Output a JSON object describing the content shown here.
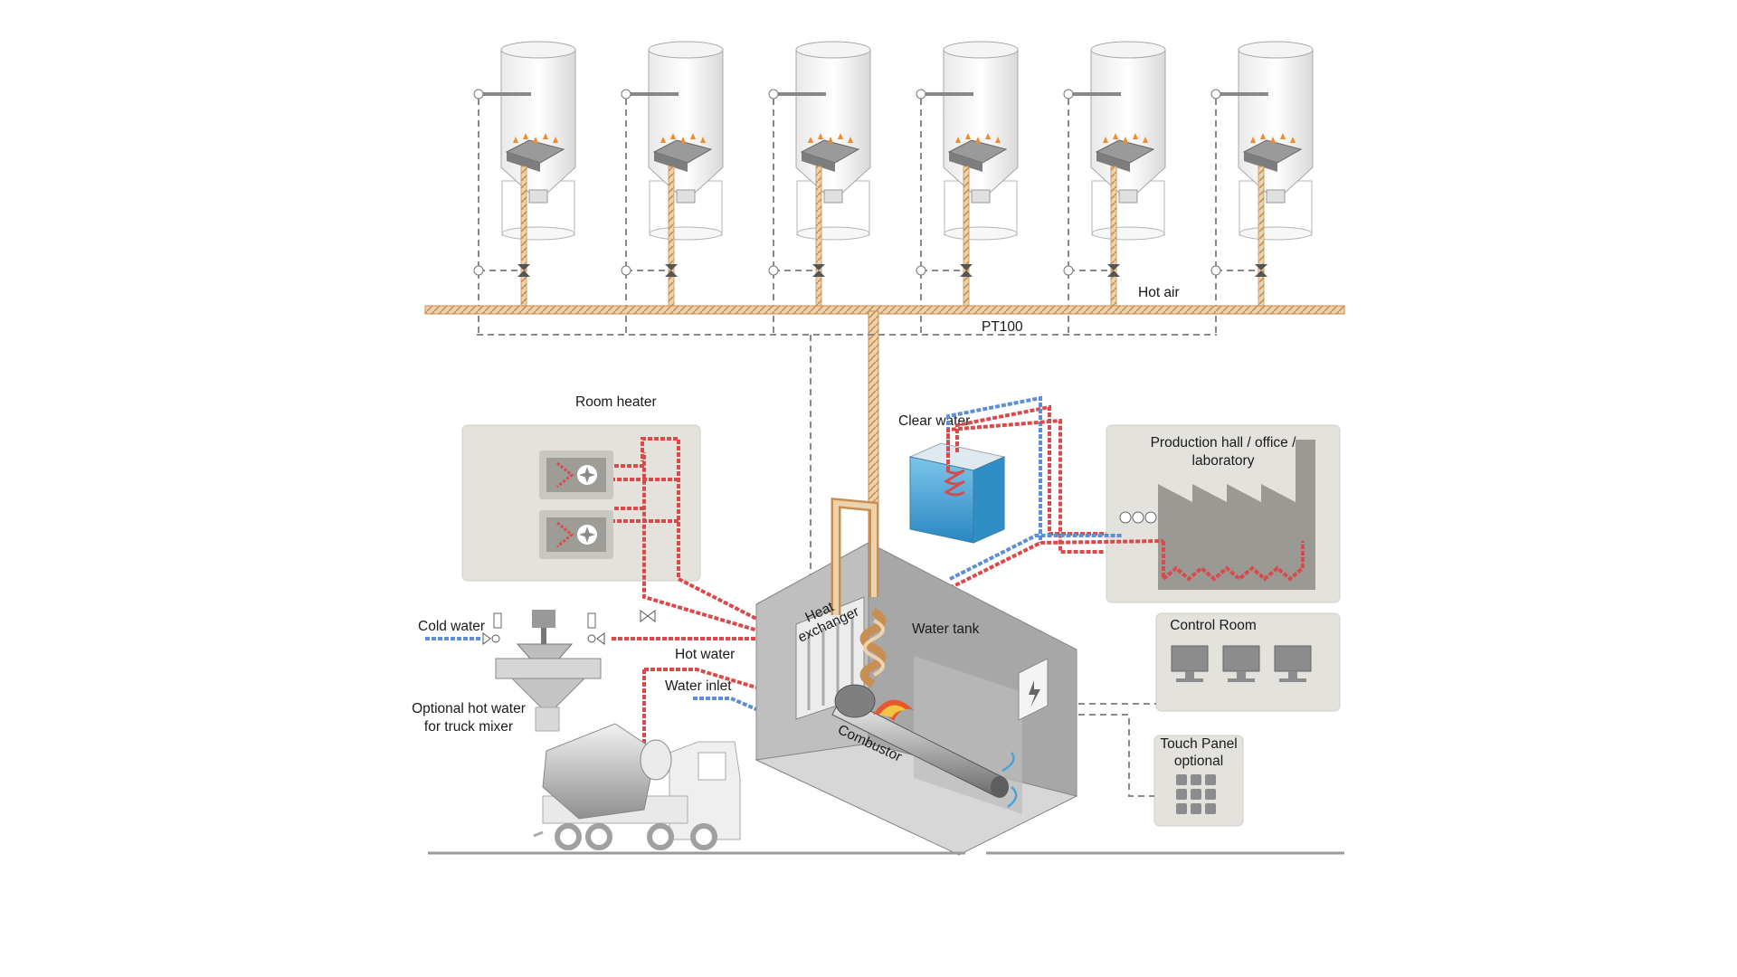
{
  "labels": {
    "hot_air": "Hot air",
    "pt100": "PT100",
    "room_heater": "Room heater",
    "clear_water": "Clear water",
    "production_hall_line1": "Production hall / office /",
    "production_hall_line2": "laboratory",
    "control_room": "Control Room",
    "touch_panel_line1": "Touch Panel",
    "touch_panel_line2": "optional",
    "cold_water": "Cold water",
    "hot_water": "Hot water",
    "water_inlet": "Water inlet",
    "optional_hot_water_line1": "Optional hot water",
    "optional_hot_water_line2": "for truck mixer",
    "heat_exchanger_line1": "Heat",
    "heat_exchanger_line2": "exchanger",
    "water_tank": "Water tank",
    "combustor": "Combustor"
  },
  "colors": {
    "pipe_hot_air": "#e8c79a",
    "pipe_hot_air_dark": "#c98f52",
    "pipe_hot_water": "#d94a4a",
    "pipe_cold_water": "#5d8fd6",
    "control_line": "#8a8a8a",
    "panel_bg": "#e4e2dc",
    "machine_grey": "#bdbdbd",
    "water_blue": "#3ea2d6"
  },
  "icons": {
    "silo": "silo-icon",
    "fan": "fan-icon",
    "factory": "factory-icon",
    "monitor": "monitor-icon",
    "keypad": "keypad-icon",
    "truck": "truck-mixer-icon",
    "flame": "flame-icon",
    "lightning": "lightning-icon"
  },
  "silo_count": 6
}
